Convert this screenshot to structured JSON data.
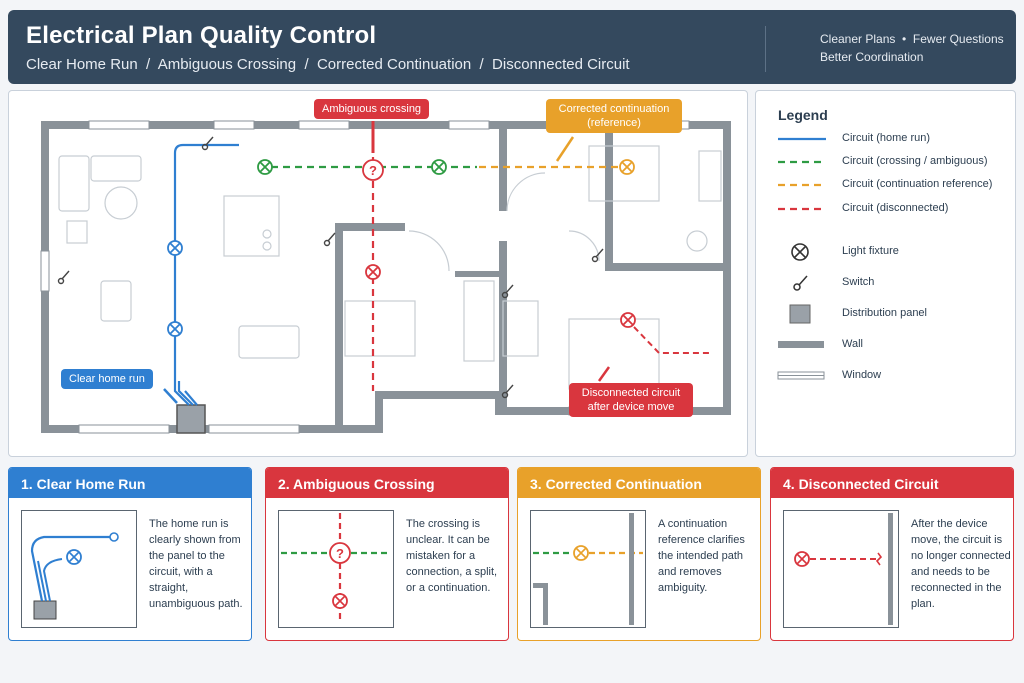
{
  "header": {
    "title": "Electrical Plan Quality Control",
    "subtitle": "Clear Home Run  /  Ambiguous Crossing  /  Corrected Continuation  /  Disconnected Circuit",
    "tag_line1": "Cleaner Plans  •  Fewer Questions",
    "tag_line2": "Better Coordination"
  },
  "plan": {
    "callouts": {
      "ambiguous": "Ambiguous crossing",
      "corrected": "Corrected continuation\n(reference)",
      "home_run": "Clear home run",
      "disconnected": "Disconnected circuit\nafter device move"
    },
    "fixture_symbol": "?"
  },
  "legend": {
    "title": "Legend",
    "items": [
      {
        "label": "Circuit (home run)",
        "symbol": "line",
        "color": "#2f7fd1"
      },
      {
        "label": "Circuit (crossing / ambiguous)",
        "symbol": "dash",
        "color": "#2e9b43"
      },
      {
        "label": "Circuit (continuation reference)",
        "symbol": "dash",
        "color": "#e8a12a"
      },
      {
        "label": "Circuit (disconnected)",
        "symbol": "dash",
        "color": "#d9363e"
      },
      {
        "label": "Light fixture",
        "symbol": "fixture-icon"
      },
      {
        "label": "Switch",
        "symbol": "switch-icon"
      },
      {
        "label": "Distribution panel",
        "symbol": "panel-icon"
      },
      {
        "label": "Wall",
        "symbol": "wall-icon"
      },
      {
        "label": "Window",
        "symbol": "window-icon"
      }
    ]
  },
  "cards": [
    {
      "title": "1. Clear Home Run",
      "color": "#2f7fd1",
      "description": "The home run is clearly shown from the panel to the circuit, with a straight, unambiguous path."
    },
    {
      "title": "2. Ambiguous Crossing",
      "color": "#d9363e",
      "description": "The crossing is unclear. It can be mistaken for a connection, a split, or a continuation."
    },
    {
      "title": "3. Corrected Continuation",
      "color": "#e8a12a",
      "description": "A continuation reference clarifies the intended path and removes ambiguity."
    },
    {
      "title": "4. Disconnected Circuit",
      "color": "#d9363e",
      "description": "After the device move, the circuit is no longer connected and needs to be reconnected in the plan."
    }
  ],
  "colors": {
    "blue": "#2f7fd1",
    "green": "#2e9b43",
    "orange": "#e8a12a",
    "red": "#d9363e",
    "header": "#34495e",
    "wall": "#8a9299"
  }
}
